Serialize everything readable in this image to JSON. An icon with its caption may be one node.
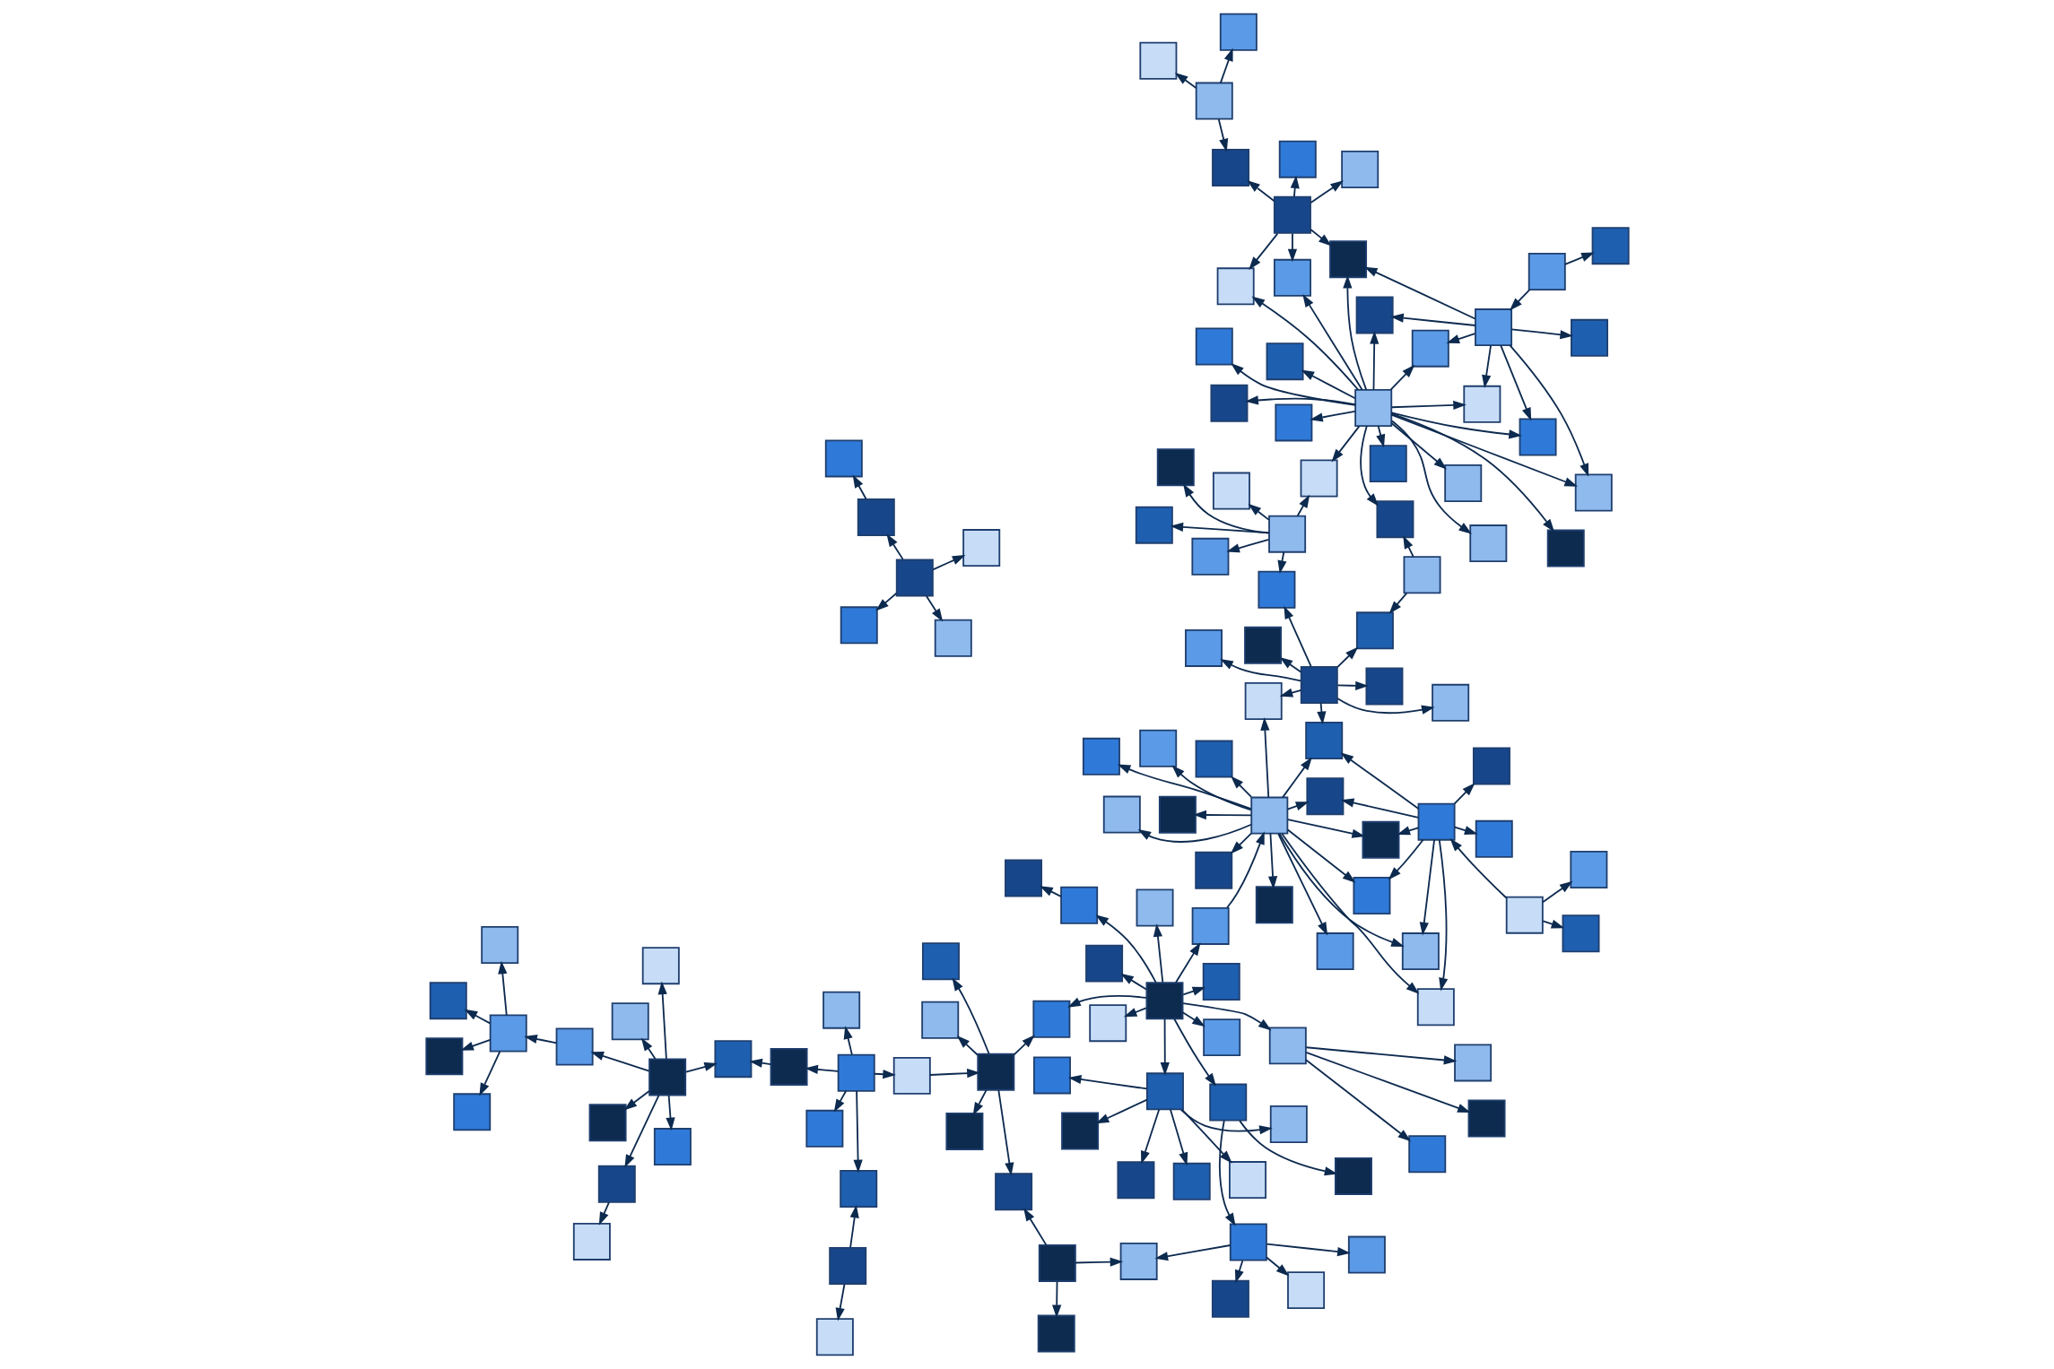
{
  "diagram": {
    "nodes": [
      {
        "text": [],
        "shape": "box"
      },
      {
        "text": [],
        "shape": "box"
      },
      {
        "text": [],
        "shape": "box"
      },
      {
        "text": [],
        "shape": "box"
      },
      {
        "text": [],
        "shape": "box"
      },
      {
        "text": [],
        "shape": "box"
      },
      {
        "text": [],
        "shape": "box"
      },
      {
        "text": [],
        "shape": "box"
      },
      {
        "text": [],
        "shape": "box"
      },
      {
        "text": [],
        "shape": "box"
      },
      {
        "text": [],
        "shape": "box"
      },
      {
        "text": [],
        "shape": "box"
      },
      {
        "text": [],
        "shape": "box"
      },
      {
        "text": [],
        "shape": "box"
      },
      {
        "text": [],
        "shape": "box"
      },
      {
        "text": [],
        "shape": "box"
      },
      {
        "text": [],
        "shape": "box"
      },
      {
        "text": [],
        "shape": "box"
      },
      {
        "text": [],
        "shape": "box"
      },
      {
        "text": [],
        "shape": "box"
      },
      {
        "text": [],
        "shape": "box"
      },
      {
        "text": [],
        "shape": "box"
      },
      {
        "text": [],
        "shape": "box"
      },
      {
        "text": [],
        "shape": "box"
      },
      {
        "text": [],
        "shape": "box"
      },
      {
        "text": [],
        "shape": "box"
      },
      {
        "text": [],
        "shape": "box"
      },
      {
        "text": [],
        "shape": "box"
      },
      {
        "text": [],
        "shape": "box"
      },
      {
        "text": [],
        "shape": "box"
      },
      {
        "text": [],
        "shape": "box"
      },
      {
        "text": [],
        "shape": "box"
      },
      {
        "text": [],
        "shape": "box"
      },
      {
        "text": [],
        "shape": "box"
      },
      {
        "text": [],
        "shape": "box"
      },
      {
        "text": [],
        "shape": "box"
      },
      {
        "text": [],
        "shape": "box"
      },
      {
        "text": [],
        "shape": "box"
      },
      {
        "text": [],
        "shape": "box"
      },
      {
        "text": [],
        "shape": "box"
      },
      {
        "text": [],
        "shape": "box"
      },
      {
        "text": [],
        "shape": "box"
      },
      {
        "text": [],
        "shape": "box"
      },
      {
        "text": [],
        "shape": "box"
      },
      {
        "text": [],
        "shape": "box"
      },
      {
        "text": [],
        "shape": "box"
      },
      {
        "text": [],
        "shape": "box"
      },
      {
        "text": [],
        "shape": "box"
      },
      {
        "text": [],
        "shape": "box"
      },
      {
        "text": [],
        "shape": "box"
      },
      {
        "text": [],
        "shape": "box"
      },
      {
        "text": [],
        "shape": "box"
      },
      {
        "text": [],
        "shape": "box"
      },
      {
        "text": [],
        "shape": "box"
      },
      {
        "text": [],
        "shape": "box"
      },
      {
        "text": [],
        "shape": "box"
      },
      {
        "text": [],
        "shape": "box"
      },
      {
        "text": [],
        "shape": "box"
      },
      {
        "text": [],
        "shape": "box"
      },
      {
        "text": [],
        "shape": "box"
      },
      {
        "text": [],
        "shape": "box"
      },
      {
        "text": [],
        "shape": "box"
      },
      {
        "text": [],
        "shape": "box"
      },
      {
        "text": [],
        "shape": "box"
      },
      {
        "text": [],
        "shape": "box"
      },
      {
        "text": [],
        "shape": "box"
      },
      {
        "text": [],
        "shape": "box"
      },
      {
        "text": [],
        "shape": "box"
      },
      {
        "text": [],
        "shape": "box"
      },
      {
        "text": [],
        "shape": "box"
      },
      {
        "text": [],
        "shape": "box"
      },
      {
        "text": [],
        "shape": "box"
      },
      {
        "text": [],
        "shape": "box"
      },
      {
        "text": [],
        "shape": "box"
      },
      {
        "text": [],
        "shape": "box"
      },
      {
        "text": [],
        "shape": "box"
      },
      {
        "text": [],
        "shape": "box"
      },
      {
        "text": [],
        "shape": "box"
      },
      {
        "text": [],
        "shape": "box"
      },
      {
        "text": [],
        "shape": "box"
      },
      {
        "text": [],
        "shape": "box"
      },
      {
        "text": [],
        "shape": "box"
      },
      {
        "text": [],
        "shape": "box"
      },
      {
        "text": [],
        "shape": "box"
      },
      {
        "text": [],
        "shape": "box"
      },
      {
        "text": [],
        "shape": "box"
      },
      {
        "text": [],
        "shape": "box"
      },
      {
        "text": [],
        "shape": "box"
      },
      {
        "text": [],
        "shape": "box"
      },
      {
        "text": [],
        "shape": "box"
      },
      {
        "text": [],
        "shape": "box"
      },
      {
        "text": [],
        "shape": "box"
      },
      {
        "text": [],
        "shape": "box"
      },
      {
        "text": [],
        "shape": "box"
      },
      {
        "text": [],
        "shape": "box"
      },
      {
        "text": [],
        "shape": "box"
      },
      {
        "text": [],
        "shape": "box"
      },
      {
        "text": [],
        "shape": "box"
      },
      {
        "text": [],
        "shape": "box"
      },
      {
        "text": [],
        "shape": "box"
      },
      {
        "text": [],
        "shape": "box"
      },
      {
        "text": [],
        "shape": "box"
      },
      {
        "text": [],
        "shape": "box"
      },
      {
        "text": [],
        "shape": "box"
      },
      {
        "text": [],
        "shape": "box"
      },
      {
        "text": [],
        "shape": "box"
      },
      {
        "text": [],
        "shape": "box"
      },
      {
        "text": [],
        "shape": "box"
      },
      {
        "text": [],
        "shape": "box"
      },
      {
        "text": [],
        "shape": "box"
      },
      {
        "text": [],
        "shape": "box"
      },
      {
        "text": [],
        "shape": "box"
      },
      {
        "text": [],
        "shape": "box"
      },
      {
        "text": [],
        "shape": "box"
      },
      {
        "text": [],
        "shape": "box"
      },
      {
        "text": [],
        "shape": "box"
      },
      {
        "text": [],
        "shape": "box"
      },
      {
        "text": [],
        "shape": "box"
      },
      {
        "text": [],
        "shape": "box"
      },
      {
        "text": [],
        "shape": "box"
      },
      {
        "text": [],
        "shape": "box"
      },
      {
        "text": [],
        "shape": "box"
      },
      {
        "text": [],
        "shape": "box"
      },
      {
        "text": [],
        "shape": "box"
      },
      {
        "text": [],
        "shape": "box"
      },
      {
        "text": [],
        "shape": "box"
      },
      {
        "text": [],
        "shape": "box"
      },
      {
        "text": [],
        "shape": "box"
      }
    ],
    "edges": [
      {
        "from": 0,
        "to": 1,
        "arrow": "to"
      },
      {
        "from": 0,
        "to": 2,
        "arrow": "to"
      },
      {
        "from": 0,
        "to": 3,
        "arrow": "to"
      },
      {
        "from": 0,
        "to": 4,
        "arrow": "to"
      },
      {
        "from": 0,
        "to": 5,
        "arrow": "to"
      },
      {
        "from": 0,
        "to": 6,
        "arrow": "to"
      },
      {
        "from": 0,
        "to": 7,
        "arrow": "to"
      },
      {
        "from": 0,
        "to": 8,
        "arrow": "to"
      },
      {
        "from": 0,
        "to": 9,
        "arrow": "to"
      },
      {
        "from": 0,
        "to": 10,
        "arrow": "to"
      },
      {
        "from": 0,
        "to": 11,
        "arrow": "to"
      },
      {
        "from": 0,
        "to": 12,
        "arrow": "to"
      },
      {
        "from": 0,
        "to": 13,
        "arrow": "to"
      },
      {
        "from": 0,
        "to": 14,
        "arrow": "to"
      },
      {
        "from": 0,
        "to": 15,
        "arrow": "to"
      },
      {
        "from": 16,
        "to": 7,
        "arrow": "to"
      },
      {
        "from": 16,
        "to": 8,
        "arrow": "to"
      },
      {
        "from": 16,
        "to": 9,
        "arrow": "to"
      },
      {
        "from": 16,
        "to": 10,
        "arrow": "to"
      },
      {
        "from": 16,
        "to": 11,
        "arrow": "to"
      },
      {
        "from": 16,
        "to": 12,
        "arrow": "to"
      },
      {
        "from": 16,
        "to": 17,
        "arrow": "to"
      },
      {
        "from": 16,
        "to": 18,
        "arrow": "to"
      },
      {
        "from": 26,
        "to": 16,
        "arrow": "to"
      },
      {
        "from": 19,
        "to": 5,
        "arrow": "to"
      },
      {
        "from": 19,
        "to": 7,
        "arrow": "to"
      },
      {
        "from": 19,
        "to": 20,
        "arrow": "to"
      },
      {
        "from": 19,
        "to": 21,
        "arrow": "to"
      },
      {
        "from": 19,
        "to": 22,
        "arrow": "to"
      },
      {
        "from": 19,
        "to": 23,
        "arrow": "to"
      },
      {
        "from": 19,
        "to": 24,
        "arrow": "to"
      },
      {
        "from": 19,
        "to": 25,
        "arrow": "to"
      },
      {
        "from": 26,
        "to": 27,
        "arrow": "to"
      },
      {
        "from": 26,
        "to": 28,
        "arrow": "to"
      },
      {
        "from": 29,
        "to": 30,
        "arrow": "to"
      },
      {
        "from": 29,
        "to": 31,
        "arrow": "to"
      },
      {
        "from": 29,
        "to": 32,
        "arrow": "to"
      },
      {
        "from": 29,
        "to": 33,
        "arrow": "to"
      },
      {
        "from": 29,
        "to": 34,
        "arrow": "to"
      },
      {
        "from": 29,
        "to": 35,
        "arrow": "to"
      },
      {
        "from": 29,
        "to": 36,
        "arrow": "to"
      },
      {
        "from": 29,
        "to": 37,
        "arrow": "to"
      },
      {
        "from": 29,
        "to": 38,
        "arrow": "to"
      },
      {
        "from": 29,
        "to": 39,
        "arrow": "to"
      },
      {
        "from": 29,
        "to": 40,
        "arrow": "to"
      },
      {
        "from": 29,
        "to": 41,
        "arrow": "to"
      },
      {
        "from": 29,
        "to": 42,
        "arrow": "to"
      },
      {
        "from": 29,
        "to": 43,
        "arrow": "to"
      },
      {
        "from": 29,
        "to": 44,
        "arrow": "to"
      },
      {
        "from": 29,
        "to": 45,
        "arrow": "to"
      },
      {
        "from": 29,
        "to": 46,
        "arrow": "to"
      },
      {
        "from": 29,
        "to": 47,
        "arrow": "to"
      },
      {
        "from": 48,
        "to": 36,
        "arrow": "to"
      },
      {
        "from": 48,
        "to": 37,
        "arrow": "to"
      },
      {
        "from": 48,
        "to": 38,
        "arrow": "to"
      },
      {
        "from": 48,
        "to": 39,
        "arrow": "to"
      },
      {
        "from": 48,
        "to": 40,
        "arrow": "to"
      },
      {
        "from": 48,
        "to": 41,
        "arrow": "to"
      },
      {
        "from": 48,
        "to": 49,
        "arrow": "to"
      },
      {
        "from": 125,
        "to": 48,
        "arrow": "to"
      },
      {
        "from": 50,
        "to": 33,
        "arrow": "to"
      },
      {
        "from": 50,
        "to": 34,
        "arrow": "to"
      },
      {
        "from": 50,
        "to": 36,
        "arrow": "to"
      },
      {
        "from": 50,
        "to": 51,
        "arrow": "to"
      },
      {
        "from": 50,
        "to": 52,
        "arrow": "to"
      },
      {
        "from": 50,
        "to": 53,
        "arrow": "to"
      },
      {
        "from": 54,
        "to": 55,
        "arrow": "to"
      },
      {
        "from": 54,
        "to": 56,
        "arrow": "to"
      },
      {
        "from": 54,
        "to": 57,
        "arrow": "to"
      },
      {
        "from": 54,
        "to": 58,
        "arrow": "to"
      },
      {
        "from": 54,
        "to": 59,
        "arrow": "to"
      },
      {
        "from": 54,
        "to": 60,
        "arrow": "to"
      },
      {
        "from": 54,
        "to": 61,
        "arrow": "to"
      },
      {
        "from": 62,
        "to": 63,
        "arrow": "to"
      },
      {
        "from": 62,
        "to": 64,
        "arrow": "to"
      },
      {
        "from": 62,
        "to": 65,
        "arrow": "to"
      },
      {
        "from": 62,
        "to": 66,
        "arrow": "to"
      },
      {
        "from": 62,
        "to": 67,
        "arrow": "to"
      },
      {
        "from": 68,
        "to": 62,
        "arrow": "to"
      },
      {
        "from": 69,
        "to": 68,
        "arrow": "to"
      },
      {
        "from": 69,
        "to": 70,
        "arrow": "to"
      },
      {
        "from": 69,
        "to": 71,
        "arrow": "to"
      },
      {
        "from": 69,
        "to": 72,
        "arrow": "to"
      },
      {
        "from": 69,
        "to": 73,
        "arrow": "to"
      },
      {
        "from": 74,
        "to": 70,
        "arrow": "to"
      },
      {
        "from": 74,
        "to": 75,
        "arrow": "to"
      },
      {
        "from": 71,
        "to": 56,
        "arrow": "to"
      },
      {
        "from": 99,
        "to": 76,
        "arrow": "to"
      },
      {
        "from": 76,
        "to": 77,
        "arrow": "to"
      },
      {
        "from": 76,
        "to": 78,
        "arrow": "to"
      },
      {
        "from": 76,
        "to": 79,
        "arrow": "to"
      },
      {
        "from": 76,
        "to": 80,
        "arrow": "to"
      },
      {
        "from": 76,
        "to": 81,
        "arrow": "to"
      },
      {
        "from": 76,
        "to": 82,
        "arrow": "to"
      },
      {
        "from": 55,
        "to": 83,
        "arrow": "to"
      },
      {
        "from": 83,
        "to": 84,
        "arrow": "to"
      },
      {
        "from": 83,
        "to": 85,
        "arrow": "to"
      },
      {
        "from": 83,
        "to": 86,
        "arrow": "to"
      },
      {
        "from": 83,
        "to": 87,
        "arrow": "to"
      },
      {
        "from": 88,
        "to": 89,
        "arrow": "to"
      },
      {
        "from": 88,
        "to": 90,
        "arrow": "to"
      },
      {
        "from": 88,
        "to": 53,
        "arrow": "to"
      },
      {
        "from": 91,
        "to": 92,
        "arrow": "to"
      },
      {
        "from": 91,
        "to": 93,
        "arrow": "to"
      },
      {
        "from": 91,
        "to": 67,
        "arrow": "to"
      },
      {
        "from": 98,
        "to": 94,
        "arrow": "to"
      },
      {
        "from": 94,
        "to": 95,
        "arrow": "to"
      },
      {
        "from": 94,
        "to": 96,
        "arrow": "to"
      },
      {
        "from": 94,
        "to": 97,
        "arrow": "to"
      },
      {
        "from": 94,
        "to": 93,
        "arrow": "to"
      },
      {
        "from": 99,
        "to": 100,
        "arrow": "to"
      },
      {
        "from": 99,
        "to": 101,
        "arrow": "to"
      },
      {
        "from": 99,
        "to": 102,
        "arrow": "to"
      },
      {
        "from": 99,
        "to": 103,
        "arrow": "to"
      },
      {
        "from": 99,
        "to": 98,
        "arrow": "to"
      },
      {
        "from": 99,
        "to": 104,
        "arrow": "to"
      },
      {
        "from": 99,
        "to": 105,
        "arrow": "to"
      },
      {
        "from": 99,
        "to": 66,
        "arrow": "to"
      },
      {
        "from": 99,
        "to": 111,
        "arrow": "to"
      },
      {
        "from": 99,
        "to": 112,
        "arrow": "to"
      },
      {
        "from": 106,
        "to": 107,
        "arrow": "to"
      },
      {
        "from": 106,
        "to": 108,
        "arrow": "to"
      },
      {
        "from": 106,
        "to": 109,
        "arrow": "to"
      },
      {
        "from": 106,
        "to": 110,
        "arrow": "to"
      },
      {
        "from": 112,
        "to": 113,
        "arrow": "to"
      },
      {
        "from": 112,
        "to": 114,
        "arrow": "to"
      },
      {
        "from": 112,
        "to": 115,
        "arrow": "to"
      },
      {
        "from": 98,
        "to": 127,
        "arrow": "to"
      },
      {
        "from": 116,
        "to": 117,
        "arrow": "to"
      },
      {
        "from": 116,
        "to": 118,
        "arrow": "to"
      },
      {
        "from": 116,
        "to": 24,
        "arrow": "to"
      },
      {
        "from": 116,
        "to": 47,
        "arrow": "to"
      },
      {
        "from": 116,
        "to": 119,
        "arrow": "to"
      },
      {
        "from": 116,
        "to": 120,
        "arrow": "to"
      },
      {
        "from": 121,
        "to": 46,
        "arrow": "to"
      },
      {
        "from": 121,
        "to": 21,
        "arrow": "to"
      },
      {
        "from": 109,
        "to": 122,
        "arrow": "to"
      },
      {
        "from": 101,
        "to": 123,
        "arrow": "to"
      },
      {
        "from": 60,
        "to": 124,
        "arrow": "to"
      },
      {
        "from": 125,
        "to": 126,
        "arrow": "to"
      },
      {
        "from": 104,
        "to": 0,
        "arrow": "to"
      }
    ]
  }
}
